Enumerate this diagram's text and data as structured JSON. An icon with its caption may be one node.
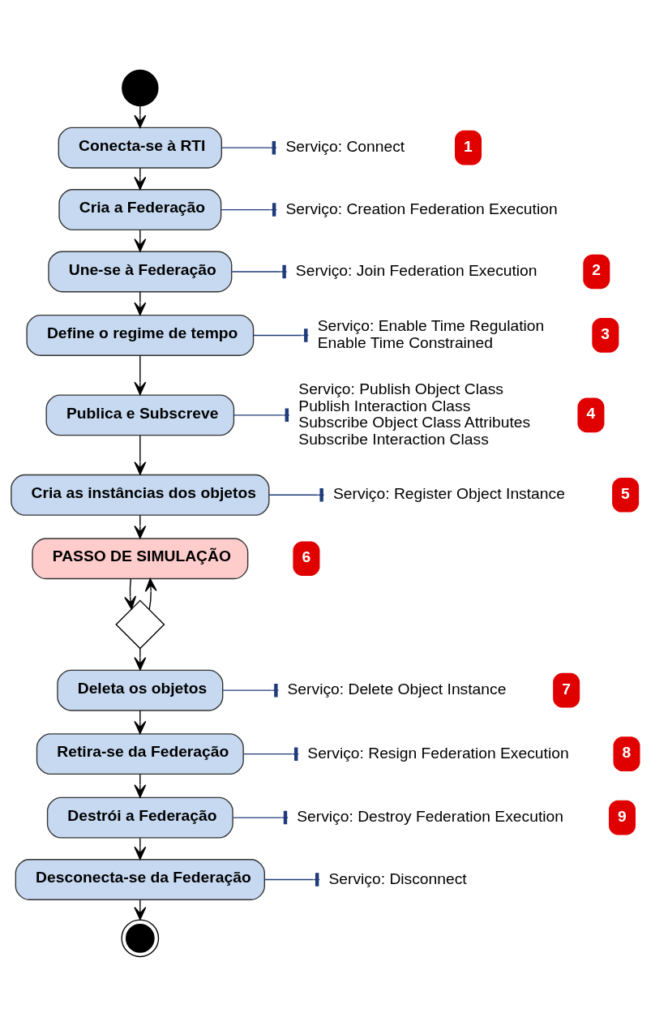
{
  "diagram": {
    "nodes": [
      {
        "text": [],
        "shape": "circle"
      },
      {
        "text": [
          "Conecta-se à RTI"
        ]
      },
      {
        "text": [
          "Serviço: Connect"
        ]
      },
      {
        "text": [
          "Cria a Federação"
        ]
      },
      {
        "text": [
          "Serviço: Creation Federation Execution"
        ]
      },
      {
        "text": [
          "Une-se à Federação"
        ]
      },
      {
        "text": [
          "Serviço: Join Federation Execution"
        ]
      },
      {
        "text": [
          "Define o regime de tempo"
        ]
      },
      {
        "text": [
          "Serviço: Enable Time Regulation",
          "Enable Time Constrained"
        ]
      },
      {
        "text": [
          "Publica e Subscreve"
        ]
      },
      {
        "text": [
          "Serviço: Publish Object Class",
          "Publish Interaction Class",
          "Subscribe Object Class Attributes",
          "Subscribe Interaction Class"
        ]
      },
      {
        "text": [
          "Cria as instâncias dos objetos"
        ]
      },
      {
        "text": [
          "Serviço: Register Object Instance"
        ]
      },
      {
        "text": [
          "PASSO DE SIMULAÇÃO"
        ]
      },
      {
        "text": [],
        "shape": "diamond"
      },
      {
        "text": [
          "Deleta os objetos"
        ]
      },
      {
        "text": [
          "Serviço: Delete Object Instance"
        ]
      },
      {
        "text": [
          "Retira-se da Federação"
        ]
      },
      {
        "text": [
          "Serviço: Resign Federation Execution"
        ]
      },
      {
        "text": [
          "Destrói a Federação"
        ]
      },
      {
        "text": [
          "Serviço: Destroy Federation Execution"
        ]
      },
      {
        "text": [
          "Desconecta-se da Federação"
        ]
      },
      {
        "text": [
          "Serviço: Disconnect"
        ]
      },
      {
        "text": [],
        "shape": "circle"
      }
    ],
    "edges": [
      {
        "from": 0,
        "to": 1,
        "arrow": "to"
      },
      {
        "from": 1,
        "to": 2,
        "arrow": "other",
        "color": "#1f3b7a"
      },
      {
        "from": 1,
        "to": 3,
        "arrow": "to"
      },
      {
        "from": 3,
        "to": 4,
        "arrow": "other",
        "color": "#1f3b7a"
      },
      {
        "from": 3,
        "to": 5,
        "arrow": "to"
      },
      {
        "from": 5,
        "to": 6,
        "arrow": "other",
        "color": "#1f3b7a"
      },
      {
        "from": 5,
        "to": 7,
        "arrow": "to"
      },
      {
        "from": 7,
        "to": 8,
        "arrow": "other",
        "color": "#1f3b7a"
      },
      {
        "from": 7,
        "to": 9,
        "arrow": "to"
      },
      {
        "from": 9,
        "to": 10,
        "arrow": "other",
        "color": "#1f3b7a"
      },
      {
        "from": 9,
        "to": 11,
        "arrow": "to"
      },
      {
        "from": 11,
        "to": 12,
        "arrow": "other",
        "color": "#1f3b7a"
      },
      {
        "from": 11,
        "to": 13,
        "arrow": "to"
      },
      {
        "from": 13,
        "to": 14,
        "arrow": "to"
      },
      {
        "from": 14,
        "to": 13,
        "arrow": "to"
      },
      {
        "from": 14,
        "to": 15,
        "arrow": "to"
      },
      {
        "from": 15,
        "to": 16,
        "arrow": "other",
        "color": "#1f3b7a"
      },
      {
        "from": 15,
        "to": 17,
        "arrow": "to"
      },
      {
        "from": 17,
        "to": 18,
        "arrow": "other",
        "color": "#1f3b7a"
      },
      {
        "from": 17,
        "to": 19,
        "arrow": "to"
      },
      {
        "from": 19,
        "to": 20,
        "arrow": "other",
        "color": "#1f3b7a"
      },
      {
        "from": 19,
        "to": 21,
        "arrow": "to"
      },
      {
        "from": 21,
        "to": 22,
        "arrow": "other",
        "color": "#1f3b7a"
      },
      {
        "from": 21,
        "to": 23,
        "arrow": "to"
      }
    ],
    "labels": [
      "1",
      "2",
      "3",
      "4",
      "5",
      "6",
      "7",
      "8",
      "9"
    ]
  }
}
